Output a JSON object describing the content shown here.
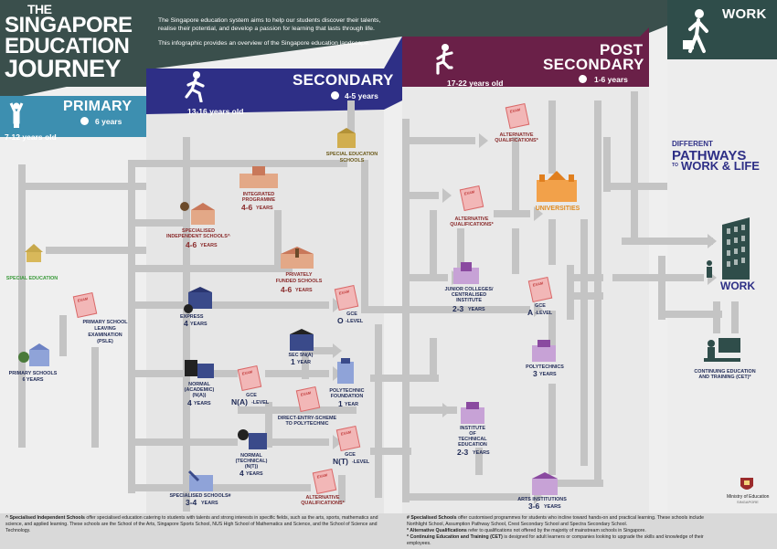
{
  "title_lines": [
    "THE",
    "SINGAPORE",
    "EDUCATION",
    "JOURNEY"
  ],
  "intro": [
    "The Singapore education system aims to help our students discover their talents,",
    "realise their potential, and develop a passion for learning that lasts through life.",
    "This infographic provides an overview of the Singapore education landscape."
  ],
  "stages": {
    "primary": {
      "name": "PRIMARY",
      "age": "7-12 years old",
      "duration": "6 years"
    },
    "secondary": {
      "name": "SECONDARY",
      "age": "13-16 years old",
      "duration": "4-5 years"
    },
    "post_secondary": {
      "name_1": "POST",
      "name_2": "SECONDARY",
      "age": "17-22 years old",
      "duration": "1-6 years"
    },
    "work": {
      "name": "WORK"
    }
  },
  "pathways": {
    "line1": "DIFFERENT",
    "line2": "PATHWAYS",
    "line3": "TO",
    "line4": "WORK & LIFE"
  },
  "nodes": {
    "special_education": "SPECIAL EDUCATION",
    "primary_schools": {
      "name": "PRIMARY SCHOOLS",
      "years": "6 YEARS"
    },
    "psle": [
      "PRIMARY SCHOOL",
      "LEAVING",
      "EXAMINATION",
      "(PSLE)"
    ],
    "special_education_schools": [
      "SPECIAL EDUCATION",
      "SCHOOLS"
    ],
    "integrated_programme": {
      "name_1": "INTEGRATED",
      "name_2": "PROGRAMME",
      "years": "4-6",
      "unit": "YEARS"
    },
    "specialised_independent": {
      "name_1": "SPECIALISED",
      "name_2": "INDEPENDENT SCHOOLS^",
      "years": "4-6",
      "unit": "YEARS"
    },
    "privately_funded": {
      "name_1": "PRIVATELY",
      "name_2": "FUNDED SCHOOLS",
      "years": "4-6",
      "unit": "YEARS"
    },
    "express": {
      "name": "EXPRESS",
      "years": "4",
      "unit": "YEARS"
    },
    "gce_o": {
      "prefix": "GCE",
      "level": "O",
      "suffix": "-LEVEL"
    },
    "sec5": {
      "name": "SEC 5N(A)",
      "years": "1",
      "unit": "YEAR"
    },
    "normal_academic": {
      "name_1": "NORMAL",
      "name_2": "(ACADEMIC)",
      "name_3": "(N(A))",
      "years": "4",
      "unit": "YEARS"
    },
    "gce_na": {
      "prefix": "GCE",
      "level": "N(A)",
      "suffix": "-LEVEL"
    },
    "polytechnic_foundation": {
      "name_1": "POLYTECHNIC",
      "name_2": "FOUNDATION",
      "years": "1",
      "unit": "YEAR"
    },
    "dsp": {
      "name_1": "DIRECT-ENTRY-SCHEME",
      "name_2": "TO POLYTECHNIC"
    },
    "normal_technical": {
      "name_1": "NORMAL",
      "name_2": "(TECHNICAL)",
      "name_3": "(N(T))",
      "years": "4",
      "unit": "YEARS"
    },
    "gce_nt": {
      "prefix": "GCE",
      "level": "N(T)",
      "suffix": "-LEVEL"
    },
    "specialised_schools": {
      "name": "SPECIALISED SCHOOLS#",
      "years": "3-4",
      "unit": "YEARS"
    },
    "alt_quals_sec": {
      "name_1": "ALTERNATIVE",
      "name_2": "QUALIFICATIONS*"
    },
    "alt_quals_post_top": {
      "name_1": "ALTERNATIVE",
      "name_2": "QUALIFICATIONS*"
    },
    "alt_quals_post_mid": {
      "name_1": "ALTERNATIVE",
      "name_2": "QUALIFICATIONS*"
    },
    "universities": "UNIVERSITIES",
    "jc": {
      "name_1": "JUNIOR COLLEGES/",
      "name_2": "CENTRALISED",
      "name_3": "INSTITUTE",
      "years": "2-3",
      "unit": "YEARS"
    },
    "gce_a": {
      "prefix": "GCE",
      "level": "A",
      "suffix": "-LEVEL"
    },
    "polytechnics": {
      "name": "POLYTECHNICS",
      "years": "3",
      "unit": "YEARS"
    },
    "ite": {
      "name_1": "INSTITUTE",
      "name_2": "OF",
      "name_3": "TECHNICAL",
      "name_4": "EDUCATION",
      "years": "2-3",
      "unit": "YEARS"
    },
    "arts": {
      "name": "ARTS INSTITUTIONS",
      "years": "3-6",
      "unit": "YEARS"
    },
    "work": "WORK",
    "cet": {
      "name_1": "CONTINUING EDUCATION",
      "name_2": "AND TRAINING (CET)*"
    }
  },
  "exam_label": "EXAM",
  "ministry": {
    "name": "Ministry of Education",
    "sub": "SINGAPORE"
  },
  "footnotes": {
    "left_bold": "^ Specialised Independent Schools",
    "left": " offer specialised education catering to students with talents and strong interests in specific fields, such as the arts, sports, mathematics and science, and applied learning. These schools are the School of the Arts, Singapore Sports School, NUS High School of Mathematics and Science, and the School of Science and Technology.",
    "r1_bold": "# Specialised Schools",
    "r1": " offer customised programmes for students who incline toward hands-on and practical learning. These schools include Northlight School, Assumption Pathway School, Crest Secondary School and Spectra Secondary School.",
    "r2_bold": "* Alternative Qualifications",
    "r2": " refer to qualifications not offered by the majority of mainstream schools in Singapore.",
    "r3_bold": "* Continuing Education and Training (CET)",
    "r3": " is designed for adult learners or companies looking to upgrade the skills and knowledge of their employees."
  },
  "colors": {
    "primary": "#3d8fb0",
    "secondary": "#2e2f86",
    "post_secondary": "#6a2048",
    "work": "#2f4d4a",
    "title_bg": "#3a4f4c",
    "path": "#c4c4c4",
    "navy": "#1f2a56",
    "maroon": "#8a2b2b"
  }
}
